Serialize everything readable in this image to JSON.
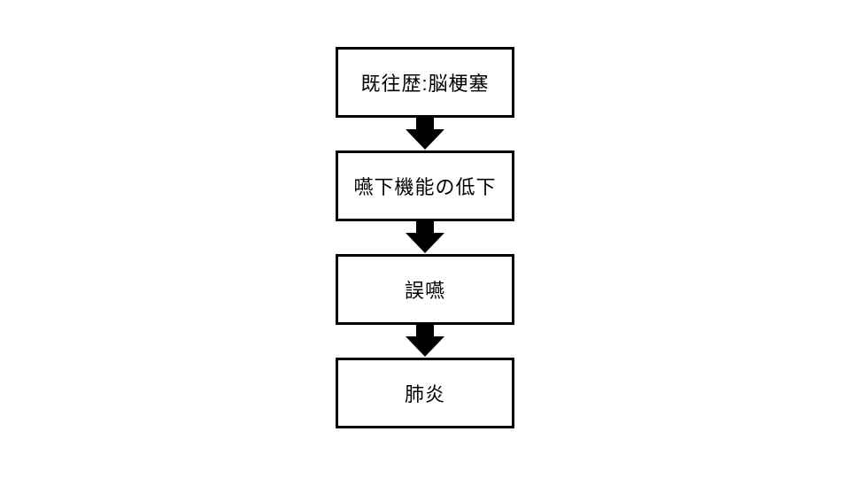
{
  "diagram": {
    "type": "flowchart",
    "direction": "top-to-bottom",
    "nodes": [
      {
        "id": "history",
        "label": "既往歴:脳梗塞"
      },
      {
        "id": "swallowing",
        "label": "嚥下機能の低下"
      },
      {
        "id": "aspiration",
        "label": "誤嚥"
      },
      {
        "id": "pneumonia",
        "label": "肺炎"
      }
    ],
    "edges": [
      {
        "from": "history",
        "to": "swallowing"
      },
      {
        "from": "swallowing",
        "to": "aspiration"
      },
      {
        "from": "aspiration",
        "to": "pneumonia"
      }
    ],
    "colors": {
      "background": "#ffffff",
      "box_fill": "#ffffff",
      "box_border": "#000000",
      "arrow": "#000000",
      "text": "#000000"
    }
  }
}
